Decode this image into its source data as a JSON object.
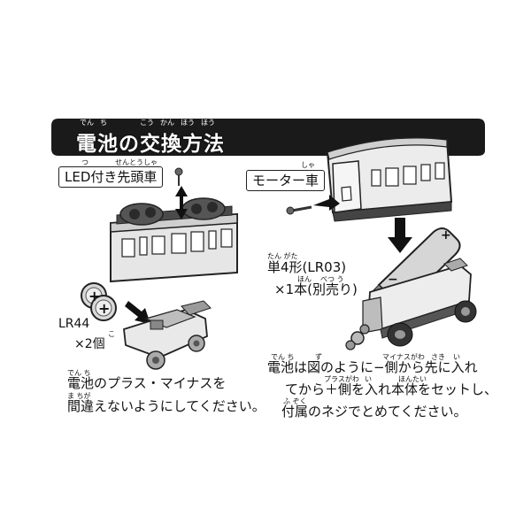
{
  "title": {
    "text": "電池の交換方法",
    "ruby": [
      "でん",
      "ち",
      "こう",
      "かん",
      "ほう",
      "ほう"
    ]
  },
  "left": {
    "label": "LED付き先頭車",
    "label_ruby": [
      "つ",
      "せんとうしゃ"
    ],
    "battery_caption_1": "LR44",
    "battery_caption_2": "×2個",
    "battery_caption_ruby": "こ",
    "note_line1": "電池のプラス・マイナスを",
    "note_line2": "間違えないようにしてください。",
    "note_ruby": [
      "でん ち",
      "ま ちが"
    ],
    "plus_sign": "+"
  },
  "right": {
    "label": "モーター車",
    "label_ruby": "しゃ",
    "battery_line1": "単4形(LR03)",
    "battery_line2": "×1本(別売り)",
    "battery_ruby": [
      "たん がた",
      "ほん",
      "べつ う"
    ],
    "note_line1": "電池は図のように−側から先に入れ",
    "note_line2": "てから＋側を入れ本体をセットし、",
    "note_line3": "付属のネジでとめてください。",
    "note_ruby_1": [
      "でん ち",
      "ず",
      "マイナスがわ",
      "さき",
      "い"
    ],
    "note_ruby_2": [
      "プラスがわ",
      "い",
      "ほんたい"
    ],
    "note_ruby_3": [
      "ふ ぞく"
    ],
    "battery_plus": "+",
    "battery_minus": "−"
  },
  "colors": {
    "banner": "#1a1a1a",
    "ink": "#111111",
    "body_gray": "#bdbdbd",
    "dark_gray": "#3a3a3a"
  }
}
